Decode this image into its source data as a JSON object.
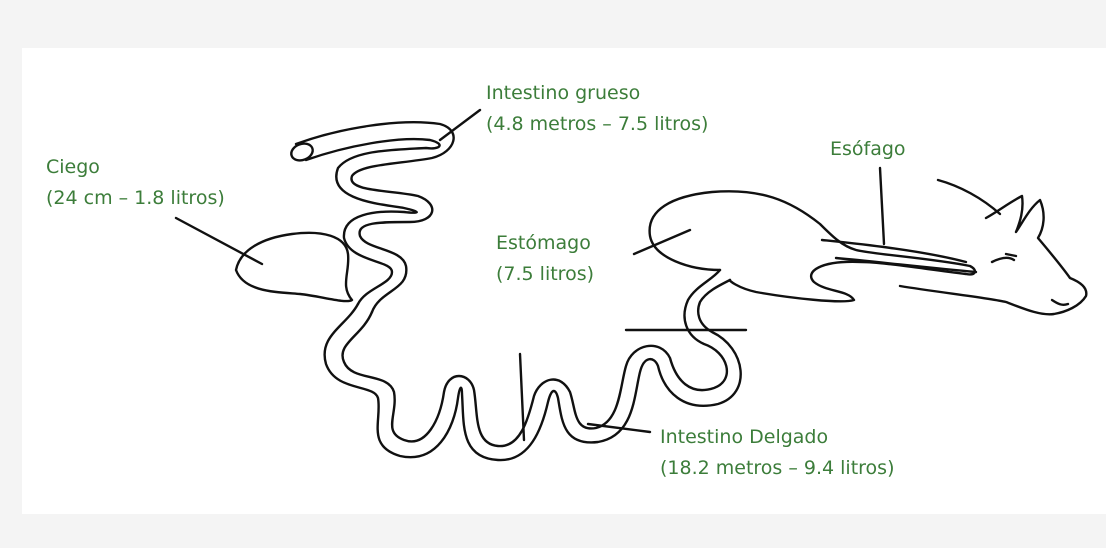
{
  "labels": {
    "ciego": {
      "name": "Ciego",
      "detail": "(24 cm – 1.8 litros)"
    },
    "intestino_grueso": {
      "name": "Intestino grueso",
      "detail": "(4.8 metros – 7.5 litros)"
    },
    "esofago": {
      "name": "Esófago"
    },
    "estomago": {
      "name": "Estómago",
      "detail": "(7.5 litros)"
    },
    "intestino_delgado": {
      "name": "Intestino Delgado",
      "detail": "(18.2 metros – 9.4 litros)"
    }
  },
  "colors": {
    "label": "#3c7d3a",
    "line": "#111111",
    "panel": "#ffffff",
    "background": "#f4f4f4"
  }
}
